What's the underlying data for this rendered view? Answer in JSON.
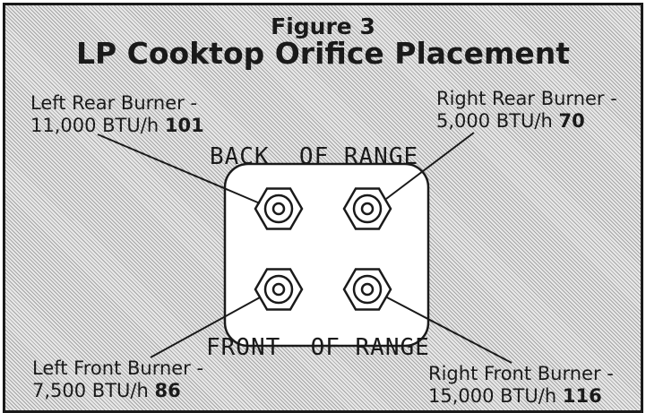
{
  "figure": {
    "number": "Figure 3",
    "title": "LP Cooktop Orifice Placement"
  },
  "range_labels": {
    "back": "BACK  OF RANGE",
    "front": "FRONT  OF RANGE"
  },
  "burners": {
    "left_rear": {
      "name": "Left Rear Burner -",
      "rating": "11,000 BTU/h",
      "orifice": "101"
    },
    "right_rear": {
      "name": "Right Rear Burner -",
      "rating": "5,000 BTU/h",
      "orifice": "70"
    },
    "left_front": {
      "name": "Left Front Burner -",
      "rating": "7,500 BTU/h",
      "orifice": "86"
    },
    "right_front": {
      "name": "Right Front Burner -",
      "rating": "15,000 BTU/h",
      "orifice": "116"
    }
  },
  "colors": {
    "ink": "#1a1a1a",
    "panel": "#ffffff",
    "shading": "#bfbfbf"
  }
}
